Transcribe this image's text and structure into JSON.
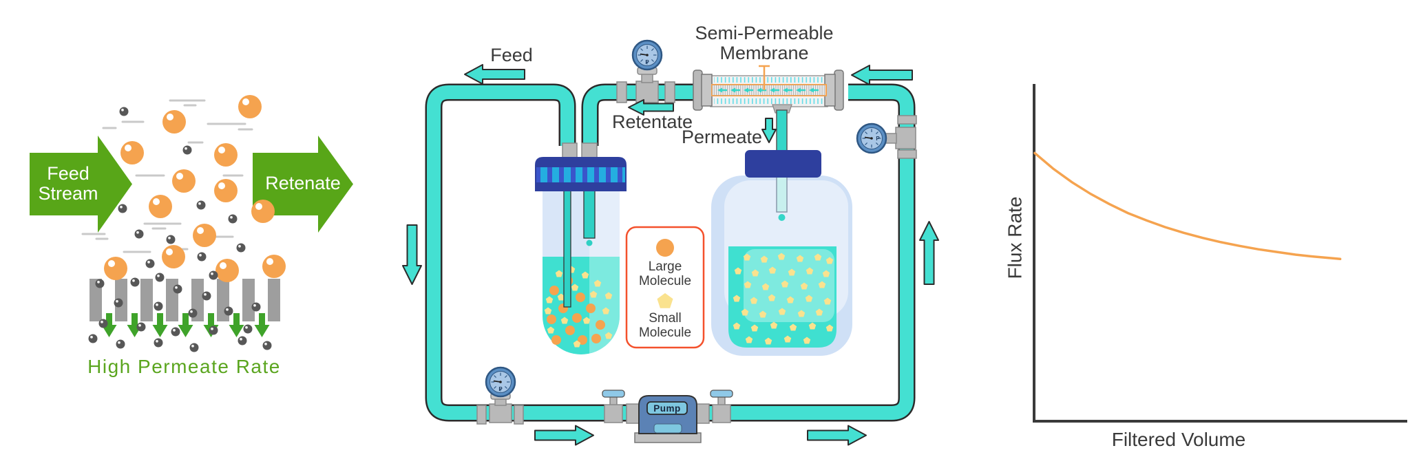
{
  "left_panel": {
    "feed_arrow": {
      "line1": "Feed",
      "line2": "Stream"
    },
    "retenate_arrow_label": "Retenate",
    "caption": "High Permeate Rate"
  },
  "diagram": {
    "feed_label": "Feed",
    "retentate_label": "Retentate",
    "permeate_label": "Permeate",
    "membrane_label": {
      "line1": "Semi-Permeable",
      "line2": "Membrane"
    },
    "pump_label": "Pump",
    "gauge_letter": "P",
    "legend": {
      "large": {
        "line1": "Large",
        "line2": "Molecule"
      },
      "small": {
        "line1": "Small",
        "line2": "Molecule"
      }
    }
  },
  "chart_data": {
    "type": "line",
    "title": "",
    "xlabel": "Filtered Volume",
    "ylabel": "Flux Rate",
    "xlim": [
      0,
      10
    ],
    "ylim": [
      0,
      100
    ],
    "grid": false,
    "legend": "none",
    "series": [
      {
        "name": "Flux Rate",
        "color": "#F5A34F",
        "x": [
          0,
          0.5,
          1,
          1.5,
          2,
          2.5,
          3,
          3.5,
          4,
          4.5,
          5,
          5.5,
          6,
          6.5,
          7,
          7.5,
          8,
          8.2
        ],
        "y": [
          80.0,
          75.3,
          71.3,
          67.8,
          64.8,
          62.1,
          59.9,
          57.9,
          56.2,
          54.7,
          53.4,
          52.3,
          51.3,
          50.5,
          49.7,
          49.1,
          48.6,
          48.4
        ]
      }
    ]
  },
  "colors": {
    "arrow_green": "#58A618",
    "permeate_arrow_green": "#3FA32A",
    "caption_green": "#5AA51E",
    "large_molecule_orange": "#F5A34F",
    "small_molecule_yellow": "#FAE28E",
    "small_particle_gray": "#575757",
    "membrane_bar_gray": "#9E9E9E",
    "pipe_turquoise": "#44E0D2",
    "pipe_outline": "#2B2B2B",
    "cap_navy": "#2E3F9E",
    "cap_stripe_blue": "#24AEE0",
    "vessel_body_blue": "#D9E6F8",
    "liquid_turquoise": "#3FE0D0",
    "legend_border_orange": "#F4512C",
    "gauge_blue": "#5B8FC4",
    "gauge_face": "#A9C7E6",
    "pump_body_blue": "#5B82B5",
    "pump_accent_blue": "#7EC7E0",
    "fitting_gray": "#B9B9B9",
    "curve_orange": "#F5A34F",
    "axis_dark": "#3A3A3A"
  }
}
